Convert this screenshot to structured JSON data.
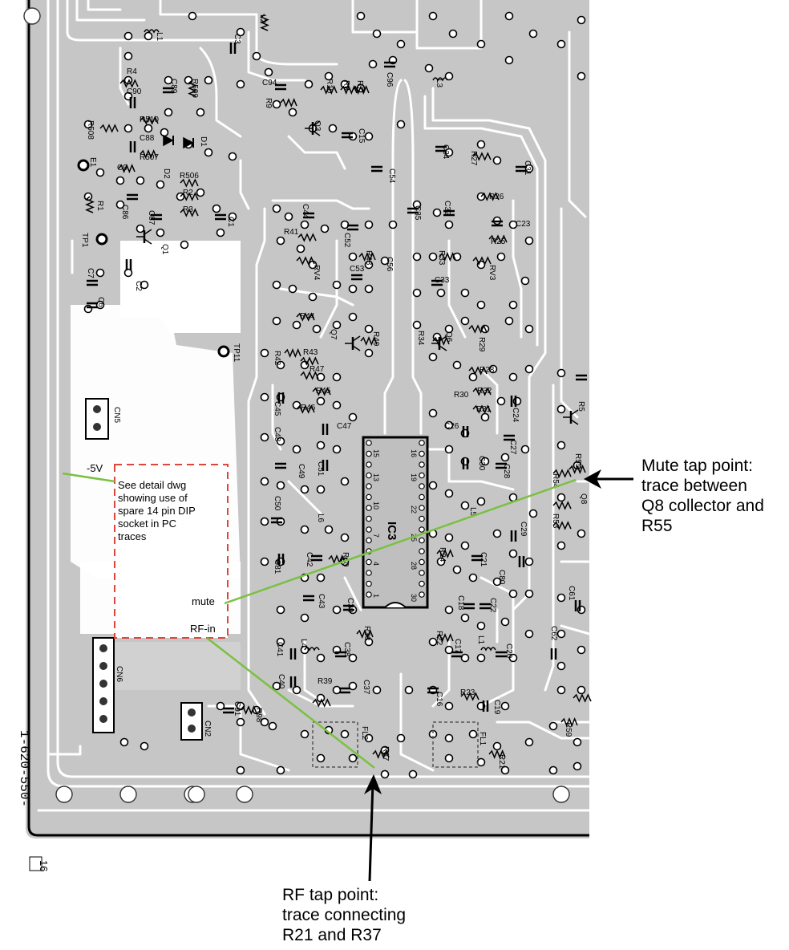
{
  "board": {
    "part_number": "1-620-550-",
    "page_mark": "16",
    "ic_label": "IC3",
    "test_points": [
      "TP1",
      "TP11"
    ],
    "connectors": [
      "CN5",
      "CN6",
      "CN2"
    ],
    "pin_labels": [
      "15",
      "13",
      "16",
      "19",
      "22",
      "25",
      "28",
      "30",
      "10",
      "7",
      "4",
      "1"
    ],
    "parts": [
      {
        "key": "r4",
        "text": "R4"
      },
      {
        "key": "c90",
        "text": "C90"
      },
      {
        "key": "c89",
        "text": "C89"
      },
      {
        "key": "r509",
        "text": "R509"
      },
      {
        "key": "r510",
        "text": "R510"
      },
      {
        "key": "r508",
        "text": "R508"
      },
      {
        "key": "c88",
        "text": "C88"
      },
      {
        "key": "r507",
        "text": "R507"
      },
      {
        "key": "d1",
        "text": "D1"
      },
      {
        "key": "d2",
        "text": "D2"
      },
      {
        "key": "e1",
        "text": "E1"
      },
      {
        "key": "c9",
        "text": "C9"
      },
      {
        "key": "r506",
        "text": "R506"
      },
      {
        "key": "r2",
        "text": "R2"
      },
      {
        "key": "r3",
        "text": "R3"
      },
      {
        "key": "c86",
        "text": "C86"
      },
      {
        "key": "c87",
        "text": "C87"
      },
      {
        "key": "c1",
        "text": "C1"
      },
      {
        "key": "r1",
        "text": "R1"
      },
      {
        "key": "q1",
        "text": "Q1"
      },
      {
        "key": "c2",
        "text": "C2"
      },
      {
        "key": "c7",
        "text": "C7"
      },
      {
        "key": "c6",
        "text": "C6"
      },
      {
        "key": "l1",
        "text": "L1"
      },
      {
        "key": "l2",
        "text": "L2"
      },
      {
        "key": "c3",
        "text": "C3"
      },
      {
        "key": "c94",
        "text": "C94"
      },
      {
        "key": "r10",
        "text": "R10"
      },
      {
        "key": "r8",
        "text": "R8"
      },
      {
        "key": "r7",
        "text": "R7"
      },
      {
        "key": "r9",
        "text": "R9"
      },
      {
        "key": "q3",
        "text": "Q3"
      },
      {
        "key": "c15",
        "text": "C15"
      },
      {
        "key": "c96",
        "text": "C96"
      },
      {
        "key": "l3",
        "text": "L3"
      },
      {
        "key": "c34",
        "text": "C34"
      },
      {
        "key": "r27",
        "text": "R27"
      },
      {
        "key": "c31",
        "text": "C31"
      },
      {
        "key": "c54",
        "text": "C54"
      },
      {
        "key": "c35",
        "text": "C35"
      },
      {
        "key": "c32",
        "text": "C32"
      },
      {
        "key": "r26",
        "text": "R26"
      },
      {
        "key": "c23",
        "text": "C23"
      },
      {
        "key": "r25",
        "text": "R25"
      },
      {
        "key": "c44",
        "text": "C44"
      },
      {
        "key": "r41",
        "text": "R41"
      },
      {
        "key": "c52",
        "text": "C52"
      },
      {
        "key": "r48",
        "text": "R48"
      },
      {
        "key": "c56",
        "text": "C56"
      },
      {
        "key": "r33",
        "text": "R33"
      },
      {
        "key": "rv4",
        "text": "RV4"
      },
      {
        "key": "rv3",
        "text": "RV3"
      },
      {
        "key": "c53",
        "text": "C53"
      },
      {
        "key": "c33",
        "text": "C33"
      },
      {
        "key": "r44",
        "text": "R44"
      },
      {
        "key": "q7",
        "text": "Q7"
      },
      {
        "key": "r49",
        "text": "R49"
      },
      {
        "key": "r34",
        "text": "R34"
      },
      {
        "key": "q6",
        "text": "Q6"
      },
      {
        "key": "r29",
        "text": "R29"
      },
      {
        "key": "r42",
        "text": "R42"
      },
      {
        "key": "r43",
        "text": "R43"
      },
      {
        "key": "r47",
        "text": "R47"
      },
      {
        "key": "r28",
        "text": "R28"
      },
      {
        "key": "r45",
        "text": "R45"
      },
      {
        "key": "r30",
        "text": "R30"
      },
      {
        "key": "r32",
        "text": "R32"
      },
      {
        "key": "r31",
        "text": "R31"
      },
      {
        "key": "c45",
        "text": "C45"
      },
      {
        "key": "r46",
        "text": "R46"
      },
      {
        "key": "c47",
        "text": "C47"
      },
      {
        "key": "c26",
        "text": "C26"
      },
      {
        "key": "c24",
        "text": "C24"
      },
      {
        "key": "c48",
        "text": "C48"
      },
      {
        "key": "c27",
        "text": "C27"
      },
      {
        "key": "c49",
        "text": "C49"
      },
      {
        "key": "c51",
        "text": "C51"
      },
      {
        "key": "c30",
        "text": "C30"
      },
      {
        "key": "c28",
        "text": "C28"
      },
      {
        "key": "c50",
        "text": "C50"
      },
      {
        "key": "l6",
        "text": "L6"
      },
      {
        "key": "l5",
        "text": "L5"
      },
      {
        "key": "c29",
        "text": "C29"
      },
      {
        "key": "c42",
        "text": "C42"
      },
      {
        "key": "r40",
        "text": "R40"
      },
      {
        "key": "r24",
        "text": "R24"
      },
      {
        "key": "c21",
        "text": "C21"
      },
      {
        "key": "c80",
        "text": "C80"
      },
      {
        "key": "c81",
        "text": "C81"
      },
      {
        "key": "c43",
        "text": "C43"
      },
      {
        "key": "c39",
        "text": "C39"
      },
      {
        "key": "c18",
        "text": "C18"
      },
      {
        "key": "c22",
        "text": "C22"
      },
      {
        "key": "c41",
        "text": "C41"
      },
      {
        "key": "l4",
        "text": "L4"
      },
      {
        "key": "c38",
        "text": "C38"
      },
      {
        "key": "r38",
        "text": "R38"
      },
      {
        "key": "r22",
        "text": "R22"
      },
      {
        "key": "c17",
        "text": "C17"
      },
      {
        "key": "l1b",
        "text": "L1"
      },
      {
        "key": "c20",
        "text": "C20"
      },
      {
        "key": "c40",
        "text": "C40"
      },
      {
        "key": "r39",
        "text": "R39"
      },
      {
        "key": "c37",
        "text": "C37"
      },
      {
        "key": "c16",
        "text": "C16"
      },
      {
        "key": "r23",
        "text": "R23"
      },
      {
        "key": "c19",
        "text": "C19"
      },
      {
        "key": "fl2",
        "text": "FL2"
      },
      {
        "key": "fl1",
        "text": "FL1"
      },
      {
        "key": "r37",
        "text": "R37"
      },
      {
        "key": "r21",
        "text": "R21"
      },
      {
        "key": "c91",
        "text": "C91"
      },
      {
        "key": "r98",
        "text": "R98"
      },
      {
        "key": "c37b",
        "text": "C37"
      },
      {
        "key": "r5",
        "text": "R5"
      },
      {
        "key": "r55",
        "text": "R55"
      },
      {
        "key": "r54",
        "text": "R54"
      },
      {
        "key": "q8",
        "text": "Q8"
      },
      {
        "key": "r53",
        "text": "R53"
      },
      {
        "key": "c61",
        "text": "C61"
      },
      {
        "key": "c62",
        "text": "C62"
      },
      {
        "key": "r59",
        "text": "R59"
      }
    ]
  },
  "overlay": {
    "supply_label": "-5V",
    "box_note": [
      "See detail dwg",
      "showing use of",
      "spare 14 pin DIP",
      "socket in PC",
      "traces"
    ],
    "mute_label": "mute",
    "rf_label": "RF-in",
    "mute_callout": [
      "Mute tap point:",
      "trace between",
      "Q8 collector and",
      "R55"
    ],
    "rf_callout": [
      "RF tap point:",
      "trace connecting",
      "R21 and R37"
    ],
    "colors": {
      "board": "#c8c8c8",
      "trace": "#ffffff",
      "dashed_box": "#e0443a",
      "tap_wire": "#7ac142",
      "arrow": "#000000"
    }
  }
}
